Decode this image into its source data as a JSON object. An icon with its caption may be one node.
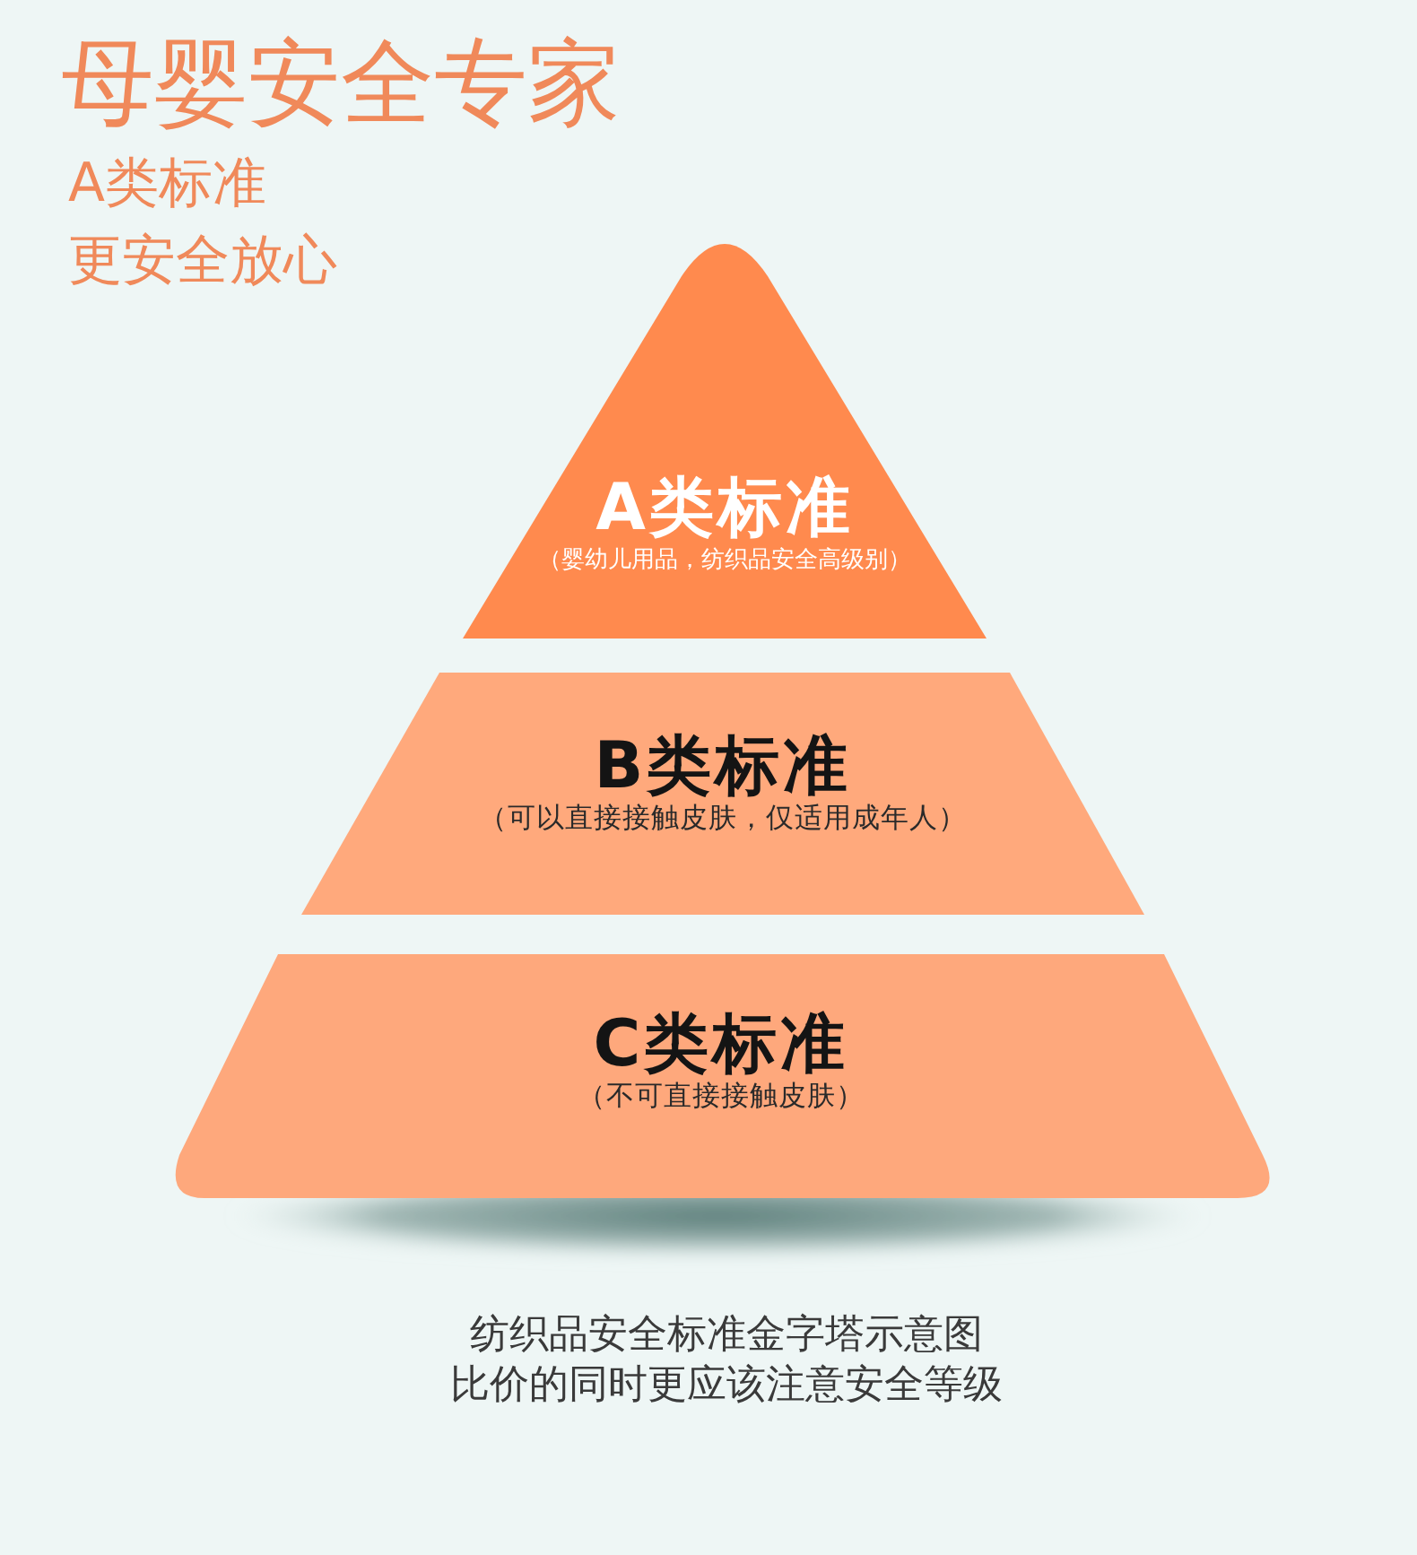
{
  "diagram": {
    "title": "母婴安全专家",
    "nodes": [
      {
        "text": [
          "A类标准",
          "（婴幼儿用品，纺织品安全高级别）"
        ]
      },
      {
        "text": [
          "B类标准",
          "（可以直接接触皮肤，仅适用成年人）"
        ]
      },
      {
        "text": [
          "C类标准",
          "（不可直接接触皮肤）"
        ]
      }
    ],
    "caption": "纺织品安全标准金字塔示意图",
    "labels": [
      "A类标准",
      "更安全放心",
      "比价的同时更应该注意安全等级"
    ]
  }
}
